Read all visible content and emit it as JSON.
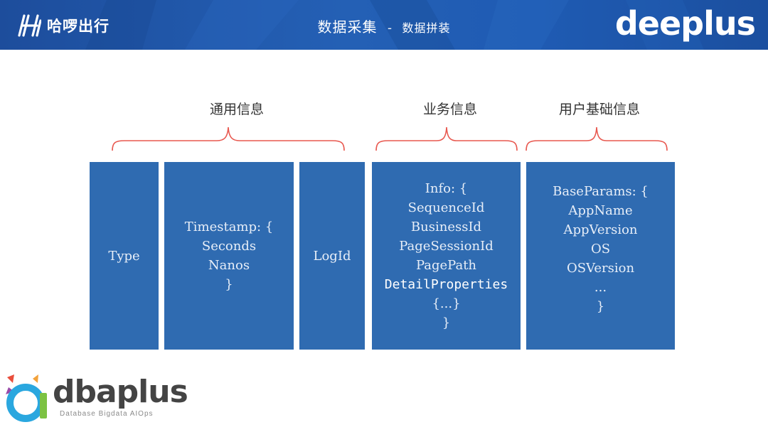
{
  "header": {
    "brand_name": "哈啰出行",
    "title_main": "数据采集",
    "title_sep": "-",
    "title_sub": "数据拼装",
    "right_logo": "deeplus",
    "colors": {
      "banner": "#1f5bb3",
      "text": "#ffffff"
    }
  },
  "sections": [
    {
      "label": "通用信息"
    },
    {
      "label": "业务信息"
    },
    {
      "label": "用户基础信息"
    }
  ],
  "blocks": [
    {
      "lines": [
        "Type"
      ]
    },
    {
      "lines": [
        "Timestamp: {",
        "Seconds",
        "Nanos",
        "}"
      ]
    },
    {
      "lines": [
        "LogId"
      ]
    },
    {
      "lines": [
        "Info: {",
        "SequenceId",
        "BusinessId",
        "PageSessionId",
        "PagePath",
        "DetailProperties",
        "{...}",
        "}"
      ]
    },
    {
      "lines": [
        "BaseParams: {",
        "AppName",
        "AppVersion",
        "OS",
        "OSVersion",
        "...",
        "}"
      ]
    }
  ],
  "footer_logo": {
    "word": "dbaplus",
    "tagline": "Database  Bigdata  AIOps"
  },
  "colors": {
    "block": "#2f6bb1",
    "brace": "#e8584f",
    "label": "#333333"
  }
}
